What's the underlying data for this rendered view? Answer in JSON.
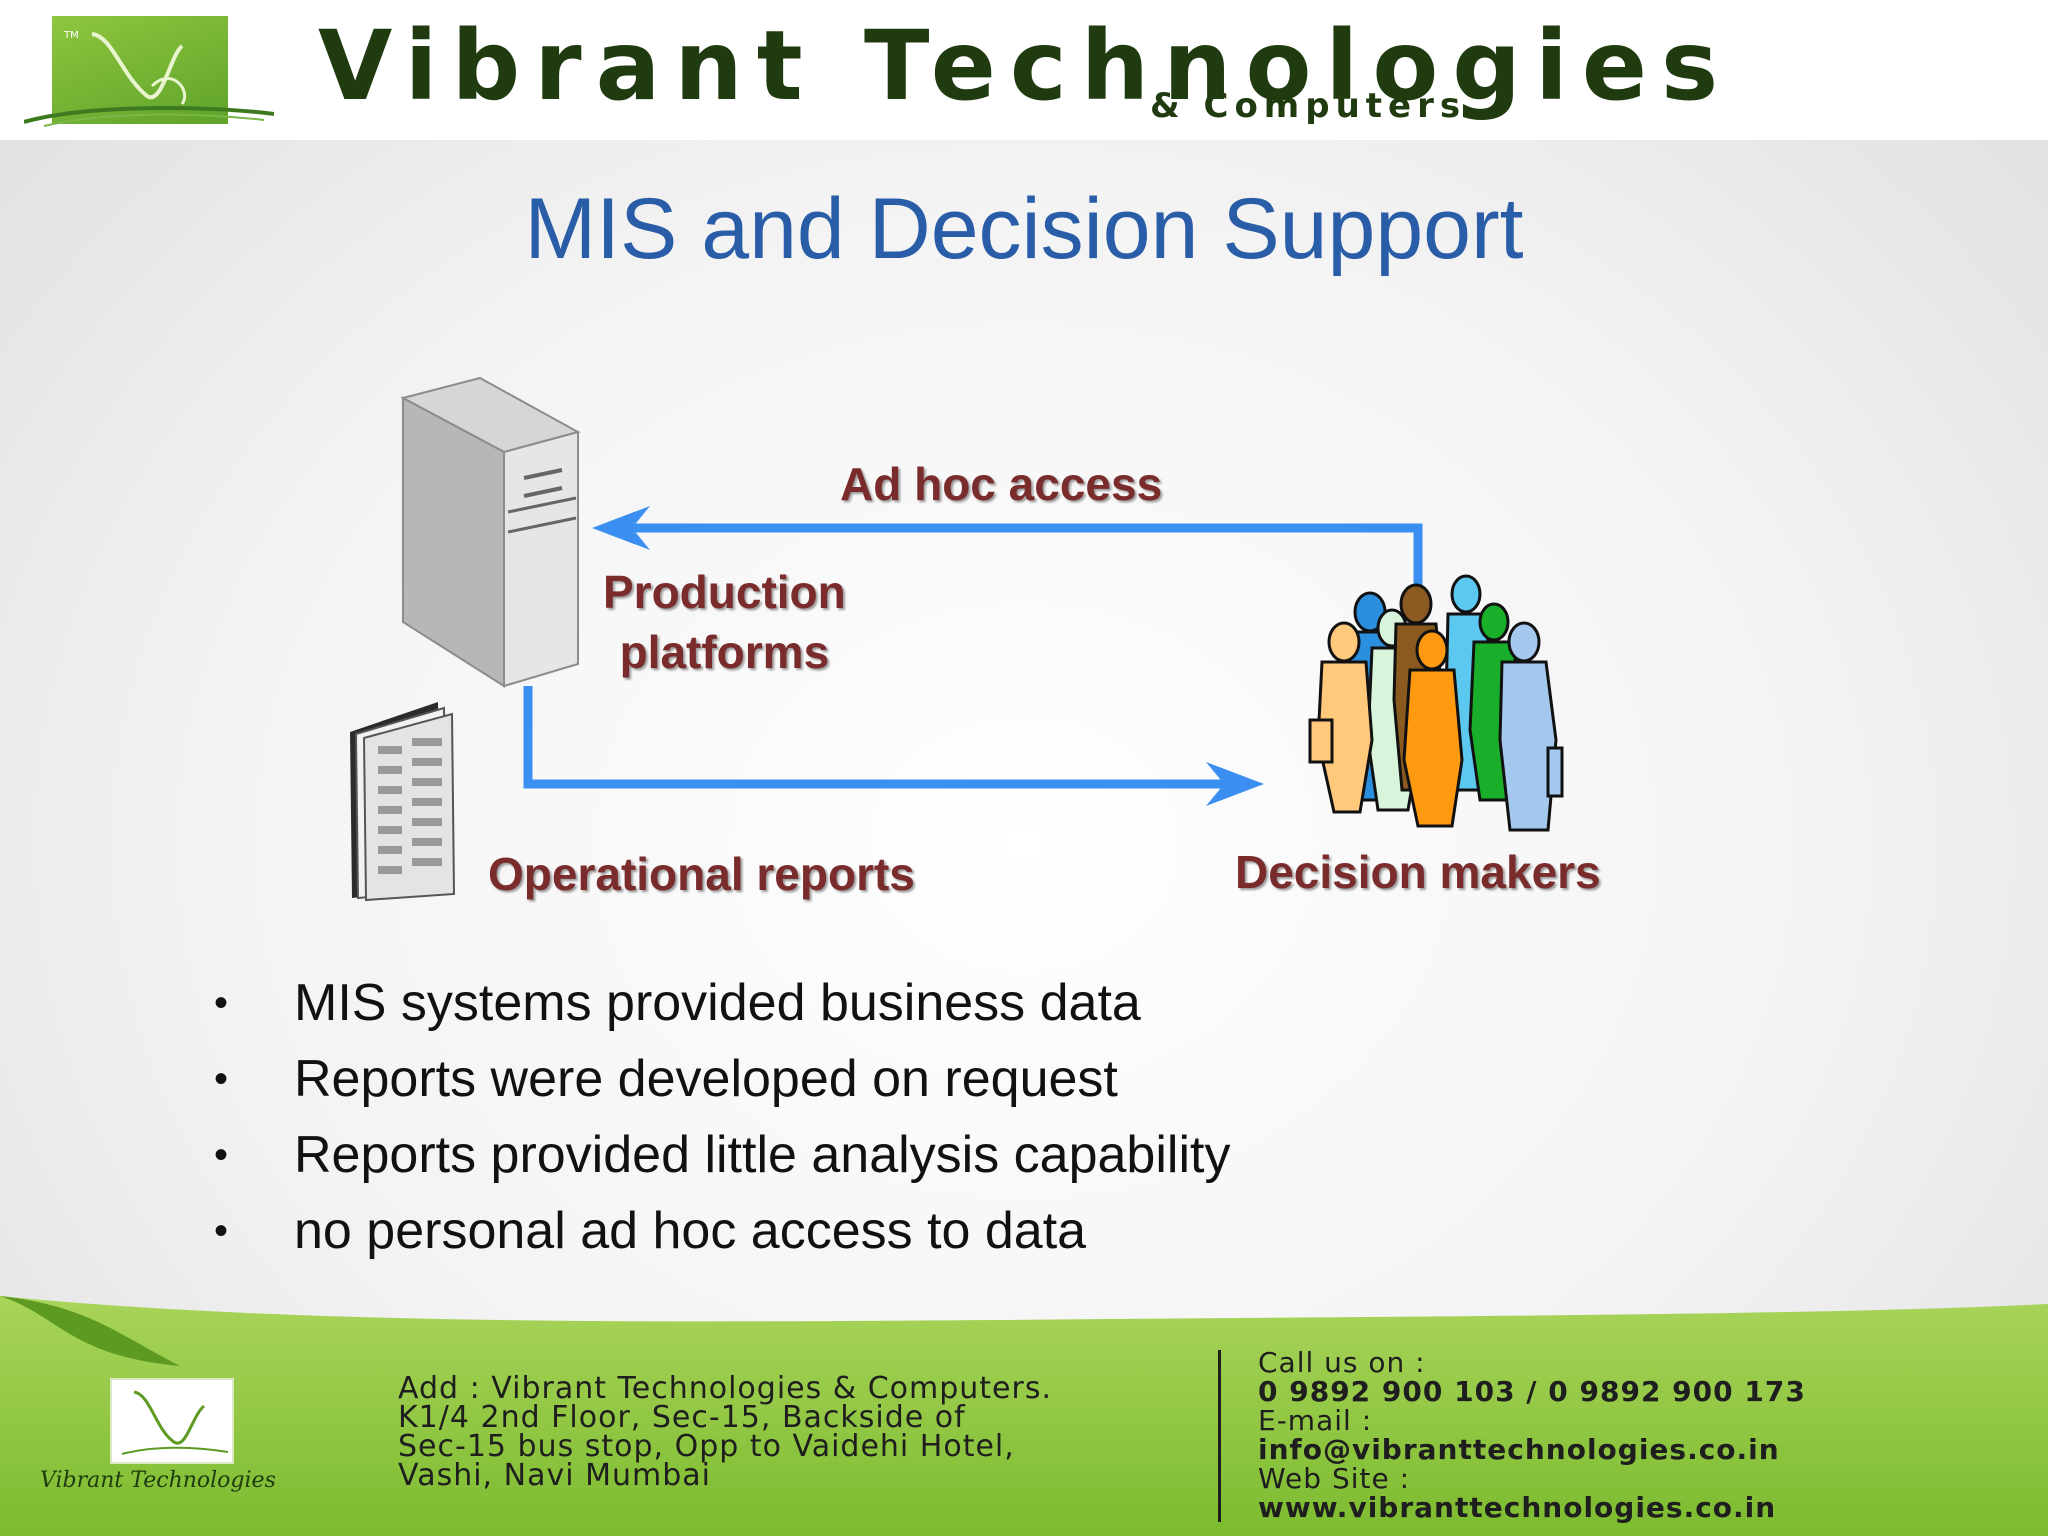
{
  "header": {
    "brand_title": "Vibrant Technologies",
    "brand_subtitle": "& Computers",
    "logo_icon": "vt-logo-icon"
  },
  "slide": {
    "title": "MIS and Decision Support"
  },
  "diagram": {
    "adhoc_label": "Ad hoc access",
    "production_label_line1": "Production",
    "production_label_line2": "platforms",
    "operational_label": "Operational reports",
    "decision_label": "Decision makers",
    "arrow_color": "#3a8ff0",
    "label_color": "#7a2b2b"
  },
  "bullets": [
    "MIS systems provided business data",
    "Reports were developed on request",
    "Reports provided little analysis capability",
    "no personal ad hoc access to data"
  ],
  "footer": {
    "brand": "Vibrant Technologies",
    "address_lines": [
      "Add : Vibrant Technologies & Computers.",
      "K1/4 2nd Floor, Sec-15, Backside of",
      "Sec-15 bus stop, Opp to Vaidehi Hotel,",
      "Vashi, Navi Mumbai"
    ],
    "call_label": "Call us on :",
    "phones": "0 9892 900 103 /  0 9892 900 173",
    "email_label": "E-mail :",
    "email": "info@vibranttechnologies.co.in",
    "website_label": " Web Site :",
    "website": "www.vibranttechnologies.co.in"
  },
  "colors": {
    "title": "#2a5da8",
    "footer_green": "#8dc63f"
  }
}
